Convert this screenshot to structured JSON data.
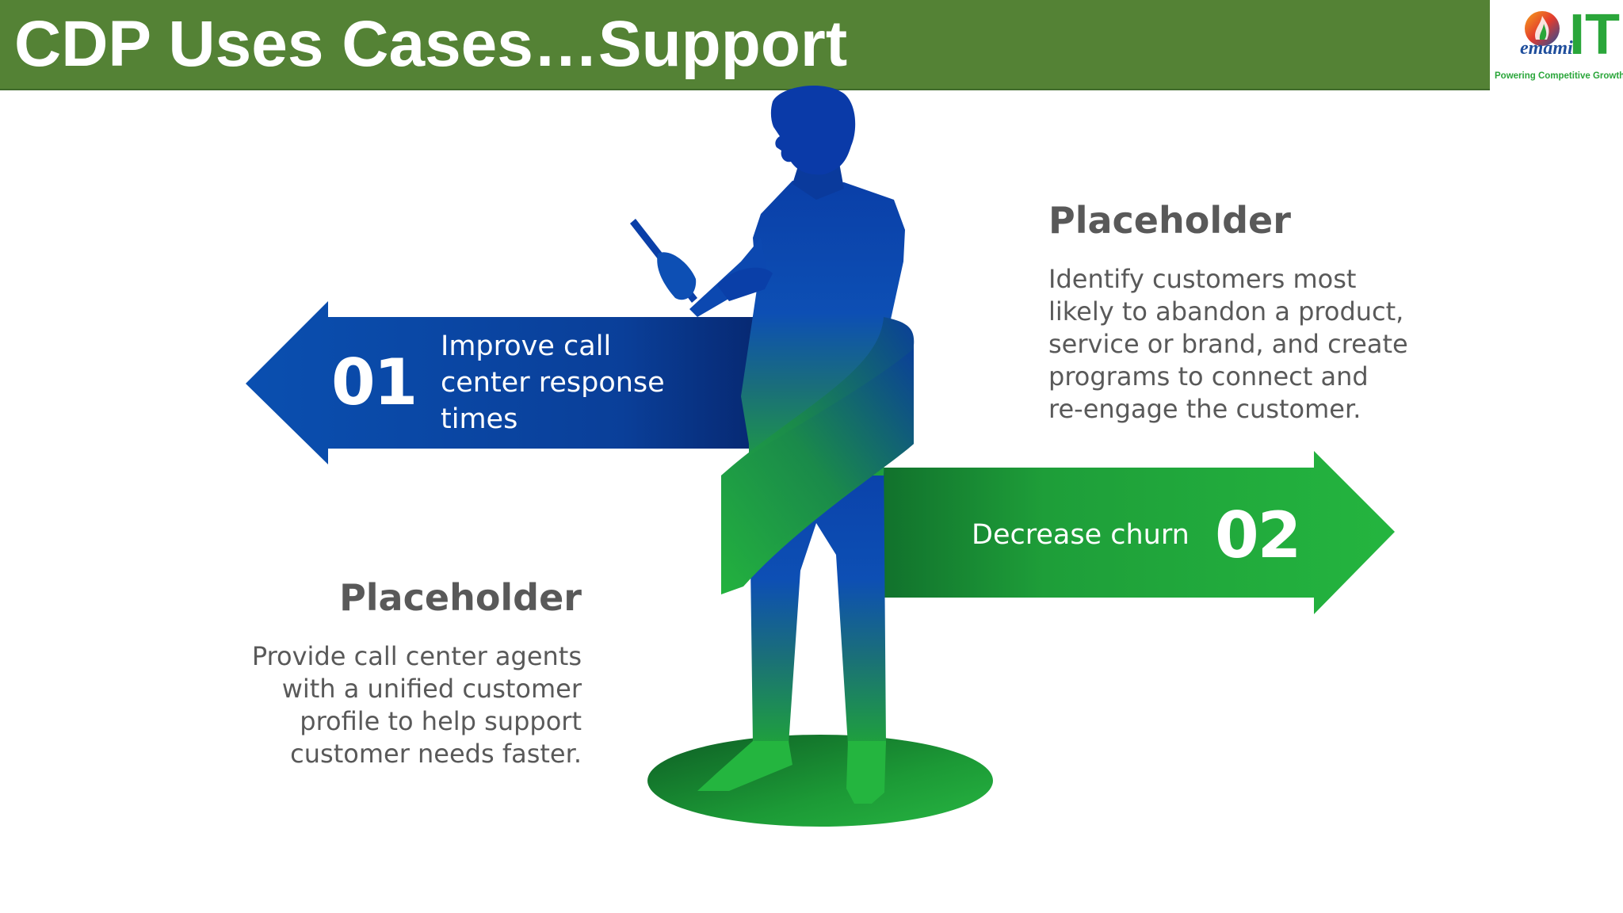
{
  "slide": {
    "title": "CDP Uses Cases…Support"
  },
  "logo": {
    "brand": "emami",
    "mark": "IT",
    "tagline": "Powering Competitive Growth"
  },
  "arrow_left": {
    "number": "01",
    "label_lines": [
      "Improve call",
      "center response",
      "times"
    ],
    "color": "#0d47a1"
  },
  "arrow_right": {
    "number": "02",
    "label": "Decrease churn",
    "color": "#1faa3a"
  },
  "block_right": {
    "heading": "Placeholder",
    "body_lines": [
      "Identify customers most",
      "likely to abandon a product,",
      "service or brand, and create",
      "programs to connect and",
      "re-engage the customer."
    ]
  },
  "block_left": {
    "heading": "Placeholder",
    "body_lines": [
      "Provide call center agents",
      "with a unified customer",
      "profile to help support",
      "customer needs faster."
    ]
  },
  "colors": {
    "title_bar": "#548235",
    "blue": "#0d47a1",
    "green": "#22b03c",
    "text_gray": "#595959"
  }
}
